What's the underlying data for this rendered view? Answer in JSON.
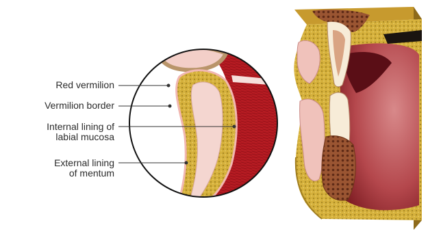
{
  "labels": {
    "red_vermilion": [
      "Red vermilion"
    ],
    "vermilion_border": [
      "Vermilion border"
    ],
    "internal_lining": [
      "Internal lining of",
      "labial mucosa"
    ],
    "external_lining": [
      "External lining",
      "of mentum"
    ]
  },
  "colors": {
    "label_text": "#2b2b2b",
    "leader_line": "#333333",
    "mucosa_red": "#b3151c",
    "fat_yellow": "#d8b43a",
    "skin_pink": "#f2c6c0",
    "cartilage": "#f6e6e0",
    "bone": "#8b4a2c"
  }
}
